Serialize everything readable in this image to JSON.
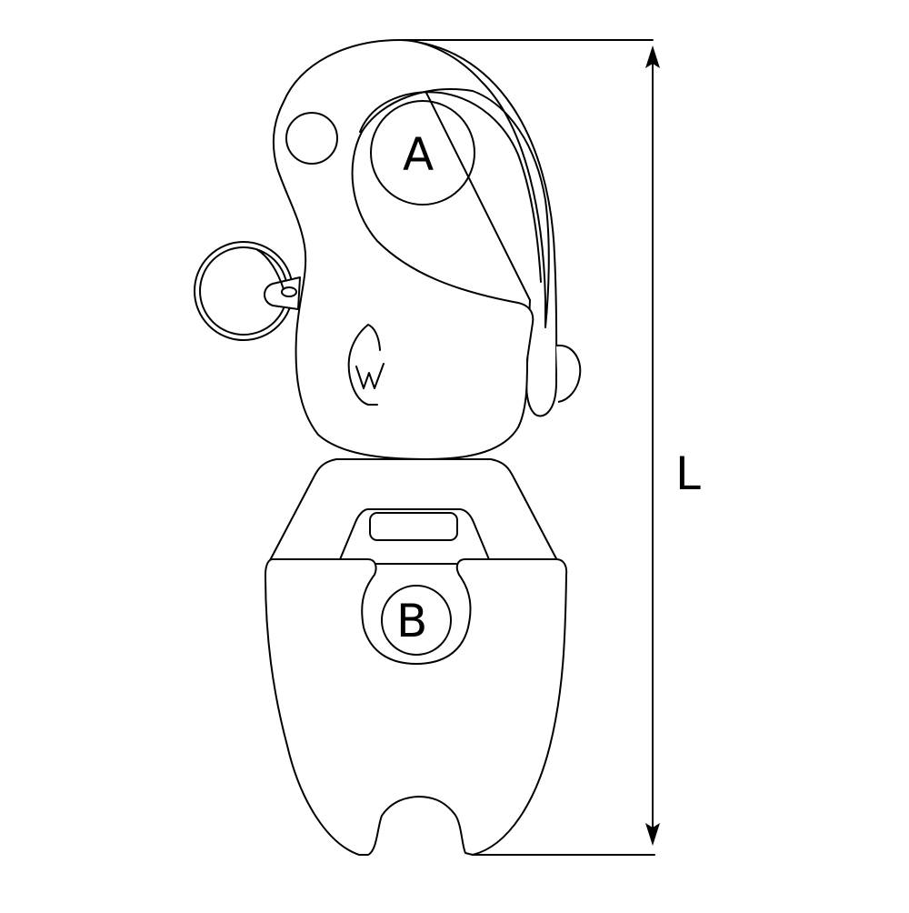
{
  "diagram": {
    "subject": "snap shackle with swivel",
    "labels": {
      "eye_a": "A",
      "eye_b": "B",
      "length": "L"
    },
    "dimension": {
      "name": "L",
      "orientation": "vertical",
      "from": "top of shackle",
      "to": "bottom of swivel"
    },
    "parts": [
      "shackle body",
      "pin eye A",
      "lanyard hole",
      "split ring",
      "logo W",
      "plunger",
      "swivel bail",
      "swivel eye B",
      "swivel jaw"
    ],
    "colors": {
      "line": "#000000",
      "background": "#ffffff"
    }
  }
}
